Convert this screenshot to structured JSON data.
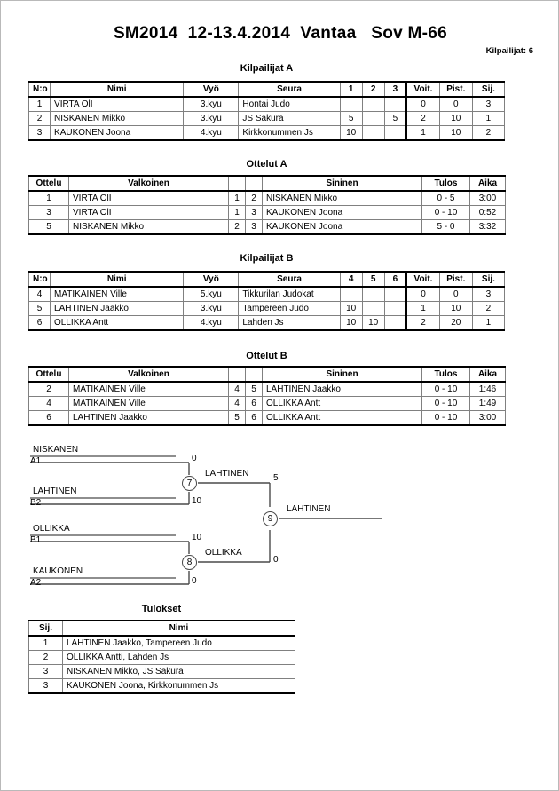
{
  "header": {
    "title": "SM2014  12-13.4.2014  Vantaa   Sov M-66",
    "competitor_count_label": "Kilpailijat: 6"
  },
  "pool_a": {
    "caption": "Kilpailijat A",
    "columns": [
      "N:o",
      "Nimi",
      "Vyö",
      "Seura",
      "1",
      "2",
      "3",
      "Voit.",
      "Pist.",
      "Sij."
    ],
    "rows": [
      {
        "no": "1",
        "nimi": "VIRTA OlI",
        "vyo": "3.kyu",
        "seura": "Hontai Judo",
        "m1": "",
        "m2": "",
        "m3": "",
        "voit": "0",
        "pist": "0",
        "sij": "3"
      },
      {
        "no": "2",
        "nimi": "NISKANEN Mikko",
        "vyo": "3.kyu",
        "seura": "JS Sakura",
        "m1": "5",
        "m2": "",
        "m3": "5",
        "voit": "2",
        "pist": "10",
        "sij": "1"
      },
      {
        "no": "3",
        "nimi": "KAUKONEN Joona",
        "vyo": "4.kyu",
        "seura": "Kirkkonummen Js",
        "m1": "10",
        "m2": "",
        "m3": "",
        "voit": "1",
        "pist": "10",
        "sij": "2"
      }
    ]
  },
  "matches_a": {
    "caption": "Ottelut A",
    "columns": [
      "Ottelu",
      "Valkoinen",
      "",
      "",
      "Sininen",
      "Tulos",
      "Aika"
    ],
    "rows": [
      {
        "ottelu": "1",
        "valkoinen": "VIRTA OlI",
        "wno": "1",
        "bno": "2",
        "sininen": "NISKANEN Mikko",
        "tulos": "0 - 5",
        "aika": "3:00"
      },
      {
        "ottelu": "3",
        "valkoinen": "VIRTA OlI",
        "wno": "1",
        "bno": "3",
        "sininen": "KAUKONEN Joona",
        "tulos": "0 - 10",
        "aika": "0:52"
      },
      {
        "ottelu": "5",
        "valkoinen": "NISKANEN Mikko",
        "wno": "2",
        "bno": "3",
        "sininen": "KAUKONEN Joona",
        "tulos": "5 - 0",
        "aika": "3:32"
      }
    ]
  },
  "pool_b": {
    "caption": "Kilpailijat B",
    "columns": [
      "N:o",
      "Nimi",
      "Vyö",
      "Seura",
      "4",
      "5",
      "6",
      "Voit.",
      "Pist.",
      "Sij."
    ],
    "rows": [
      {
        "no": "4",
        "nimi": "MATIKAINEN Ville",
        "vyo": "5.kyu",
        "seura": "Tikkurilan Judokat",
        "m1": "",
        "m2": "",
        "m3": "",
        "voit": "0",
        "pist": "0",
        "sij": "3"
      },
      {
        "no": "5",
        "nimi": "LAHTINEN Jaakko",
        "vyo": "3.kyu",
        "seura": "Tampereen Judo",
        "m1": "10",
        "m2": "",
        "m3": "",
        "voit": "1",
        "pist": "10",
        "sij": "2"
      },
      {
        "no": "6",
        "nimi": "OLLIKKA Antt",
        "vyo": "4.kyu",
        "seura": "Lahden Js",
        "m1": "10",
        "m2": "10",
        "m3": "",
        "voit": "2",
        "pist": "20",
        "sij": "1"
      }
    ]
  },
  "matches_b": {
    "caption": "Ottelut B",
    "columns": [
      "Ottelu",
      "Valkoinen",
      "",
      "",
      "Sininen",
      "Tulos",
      "Aika"
    ],
    "rows": [
      {
        "ottelu": "2",
        "valkoinen": "MATIKAINEN Ville",
        "wno": "4",
        "bno": "5",
        "sininen": "LAHTINEN Jaakko",
        "tulos": "0 - 10",
        "aika": "1:46"
      },
      {
        "ottelu": "4",
        "valkoinen": "MATIKAINEN Ville",
        "wno": "4",
        "bno": "6",
        "sininen": "OLLIKKA Antt",
        "tulos": "0 - 10",
        "aika": "1:49"
      },
      {
        "ottelu": "6",
        "valkoinen": "LAHTINEN Jaakko",
        "wno": "5",
        "bno": "6",
        "sininen": "OLLIKKA Antt",
        "tulos": "0 - 10",
        "aika": "3:00"
      }
    ]
  },
  "bracket": {
    "entrants": [
      {
        "name": "NISKANEN",
        "seed": "A1",
        "score": "0"
      },
      {
        "name": "LAHTINEN",
        "seed": "B2",
        "score": "10"
      },
      {
        "name": "OLLIKKA",
        "seed": "B1",
        "score": "10"
      },
      {
        "name": "KAUKONEN",
        "seed": "A2",
        "score": "0"
      }
    ],
    "nodes": [
      {
        "id": "7",
        "winner": "LAHTINEN",
        "score": "5"
      },
      {
        "id": "8",
        "winner": "OLLIKKA",
        "score": "0"
      },
      {
        "id": "9",
        "winner": "LAHTINEN",
        "score": ""
      }
    ]
  },
  "results": {
    "caption": "Tulokset",
    "columns": [
      "Sij.",
      "Nimi"
    ],
    "rows": [
      {
        "sij": "1",
        "nimi": "LAHTINEN Jaakko, Tampereen Judo"
      },
      {
        "sij": "2",
        "nimi": "OLLIKKA Antti, Lahden Js"
      },
      {
        "sij": "3",
        "nimi": "NISKANEN Mikko, JS Sakura"
      },
      {
        "sij": "3",
        "nimi": "KAUKONEN Joona, Kirkkonummen Js"
      }
    ]
  }
}
